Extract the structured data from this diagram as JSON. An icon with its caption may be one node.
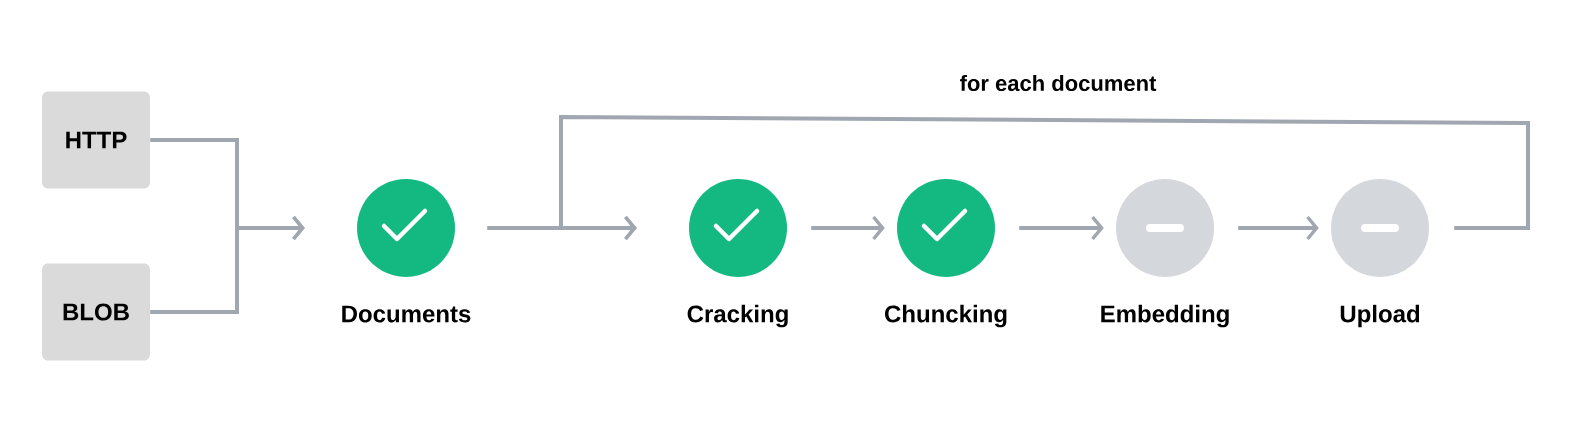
{
  "diagram": {
    "nodes": [
      {
        "text": [
          "HTTP"
        ]
      },
      {
        "text": [
          "BLOB"
        ]
      },
      {
        "text": [
          "Documents"
        ]
      },
      {
        "text": [
          "Cracking"
        ]
      },
      {
        "text": [
          "Chuncking"
        ]
      },
      {
        "text": [
          "Embedding"
        ]
      },
      {
        "text": [
          "Upload"
        ]
      }
    ],
    "edges": [
      {
        "from": 0,
        "to": 2,
        "arrow": "to"
      },
      {
        "from": 1,
        "to": 2,
        "arrow": "to"
      },
      {
        "from": 2,
        "to": 3,
        "arrow": "to"
      },
      {
        "from": 3,
        "to": 4,
        "arrow": "to"
      },
      {
        "from": 4,
        "to": 5,
        "arrow": "to"
      },
      {
        "from": 5,
        "to": 6,
        "arrow": "to"
      },
      {
        "from": 6,
        "to": 3,
        "arrow": "to",
        "label": "for each document"
      }
    ]
  }
}
